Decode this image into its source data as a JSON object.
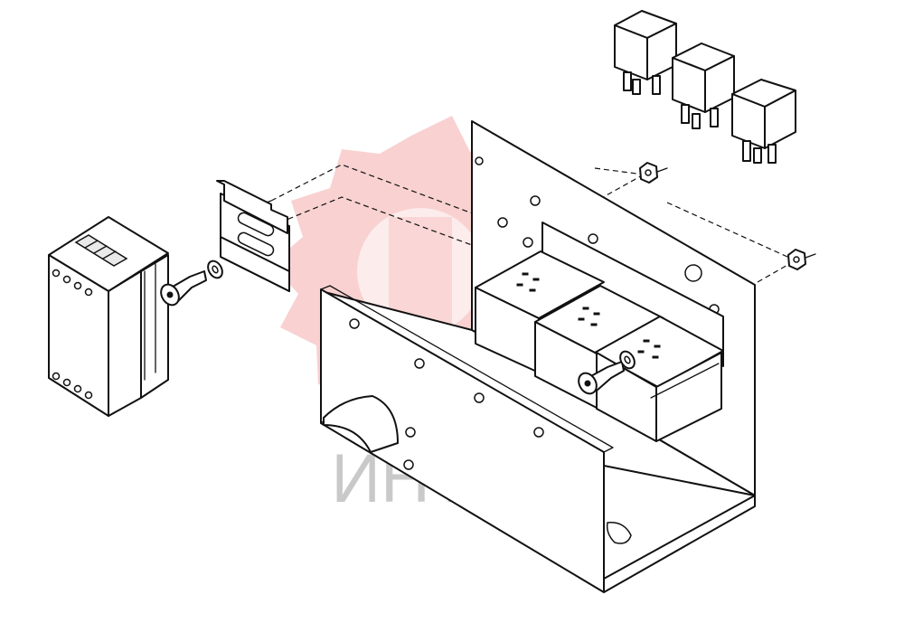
{
  "diagram": {
    "watermark_text": "ИНТЕХ",
    "watermark_logo": "red-gear-logo",
    "watermark_colors": {
      "logo": "#f29a9a",
      "text": "#c9c9c9"
    },
    "parts": [
      "relay-module",
      "socket-screw",
      "washer",
      "din-rail-clip",
      "mounting-bracket",
      "relay-socket-block",
      "automotive-relay",
      "hex-nut"
    ]
  }
}
